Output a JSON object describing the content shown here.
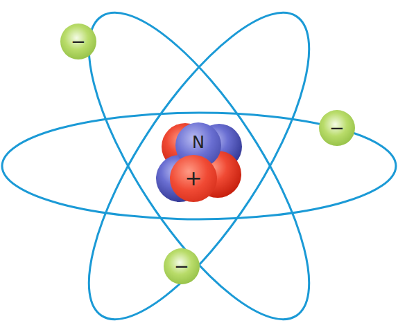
{
  "diagram": {
    "nodes": [
      {
        "text": [
          "−"
        ]
      },
      {
        "text": [
          "−"
        ]
      },
      {
        "text": [
          "−"
        ]
      },
      {
        "text": [
          "N"
        ]
      },
      {
        "text": [
          "+"
        ]
      }
    ]
  }
}
